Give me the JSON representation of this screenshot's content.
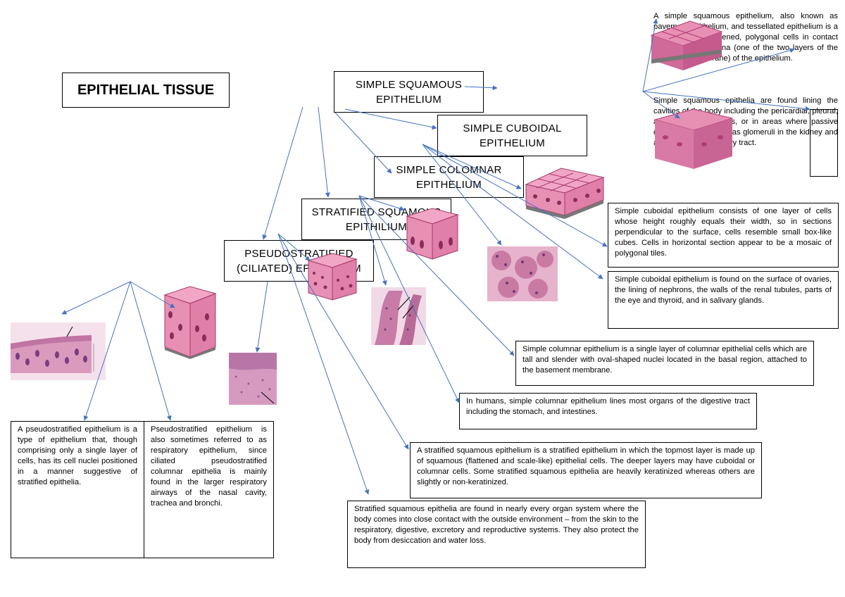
{
  "title": "EPITHELIAL TISSUE",
  "headings": {
    "simple_squamous": [
      "SIMPLE SQUAMOUS",
      "EPITHELIUM"
    ],
    "simple_cuboidal": [
      "SIMPLE CUBOIDAL",
      "EPITHELIUM"
    ],
    "simple_columnar": [
      "SIMPLE COLOMNAR",
      "EPITHELIUM"
    ],
    "stratified_squamous": [
      "STRATIFIED SQUAMOUS",
      "EPITHILIUM"
    ],
    "pseudostratified": [
      "PSEUDOSTRATIFIED",
      "(CILIATED) EPITHELIUM"
    ]
  },
  "descriptions": {
    "squamous_def": "A simple squamous epithelium, also known as pavement epithelium, and tessellated epithelium is a single layer of flattened, polygonal cells in contact with the basal lamina (one of the two layers of the basement membrane) of the epithelium.",
    "squamous_loc": "Simple squamous epithelia are found lining the cavities of the body including the pericardial, pleural, and peritoneal cavities, or in areas where passive diffusion occurs, such as glomeruli in the kidney and alveoli in the respiratory tract.",
    "cuboidal_def": "Simple cuboidal epithelium consists of one layer of cells whose height roughly equals their width, so in sections perpendicular to the surface, cells resemble small box-like cubes. Cells in horizontal section appear to be a mosaic of polygonal tiles.",
    "cuboidal_loc": "Simple cuboidal epithelium is found on the surface of ovaries, the lining of nephrons, the walls of the renal tubules, parts of the eye and thyroid, and in salivary glands.",
    "columnar_def": "Simple columnar epithelium is a single layer of columnar epithelial cells which are tall and slender with oval-shaped nuclei located in the basal region, attached to the basement membrane.",
    "columnar_loc": "In humans, simple columnar epithelium lines most organs of the digestive tract including the stomach, and intestines.",
    "stratified_def": "A stratified squamous epithelium is a stratified epithelium in which the topmost layer is made up of squamous (flattened and scale-like) epithelial cells. The deeper layers may have cuboidal or columnar cells. Some stratified squamous epithelia are heavily keratinized whereas others are slightly or non-keratinized.",
    "stratified_loc": "Stratified squamous epithelia are found in nearly every organ system where the body comes into close contact with the outside environment – from the skin to the respiratory, digestive, excretory and reproductive systems. They also protect the body from desiccation and water loss.",
    "pseudo_def": "A pseudostratified epithelium is a type of epithelium that, though comprising only a single layer of cells, has its cell nuclei positioned in a manner suggestive of stratified epithelia.",
    "pseudo_loc": "Pseudostratified epithelium is also sometimes referred to as respiratory epithelium, since ciliated pseudostratified columnar epithelia is mainly found in the larger respiratory airways of the nasal cavity, trachea and bronchi."
  },
  "colors": {
    "arrow": "#4472c4",
    "cell_pink": "#e88fb4",
    "cell_dark": "#b03c74",
    "stain_pink": "#d98bb0",
    "stain_purple": "#8a4a8c"
  },
  "icons": [
    "cuboidal-block-icon",
    "columnar-block-icon",
    "stratified-block-icon",
    "histology-image"
  ]
}
